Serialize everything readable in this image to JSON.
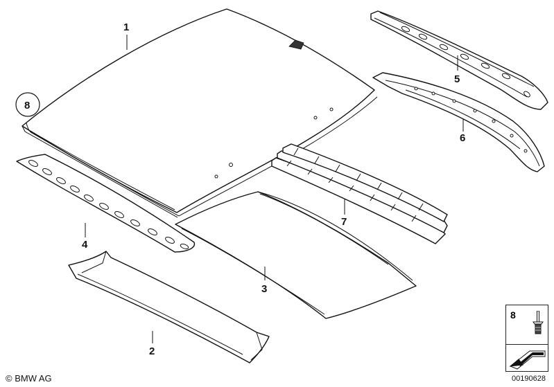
{
  "diagram": {
    "callouts": {
      "roof": "1",
      "windshield_frame": "2",
      "headliner_panel": "3",
      "front_bow": "4",
      "rear_crossmember": "5",
      "rear_frame": "6",
      "roof_bows": "7",
      "rivet": "8"
    }
  },
  "legend": {
    "number": "8",
    "icons": [
      "blind-rivet-icon",
      "dimension-arrow-icon"
    ]
  },
  "footer": {
    "copyright": "© BMW AG",
    "doc_number": "00190628"
  }
}
